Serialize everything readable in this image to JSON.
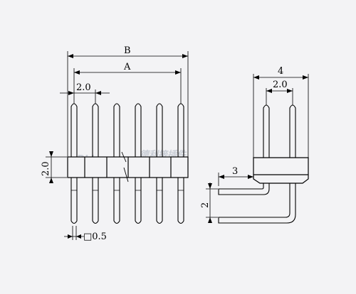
{
  "drawing": {
    "front_view": {
      "dim_B": "B",
      "dim_A": "A",
      "dim_pitch": "2.0",
      "dim_height": "2.0",
      "dim_pin_square": "□0.5"
    },
    "side_view": {
      "dim_4": "4",
      "dim_pitch": "2.0",
      "dim_3": "3",
      "dim_2": "2"
    },
    "watermark": {
      "latin": "DLL",
      "chinese": "德利接插件"
    },
    "colors": {
      "background": "#f3f3f5",
      "line": "#000000",
      "watermark": "#c9ced6"
    }
  }
}
